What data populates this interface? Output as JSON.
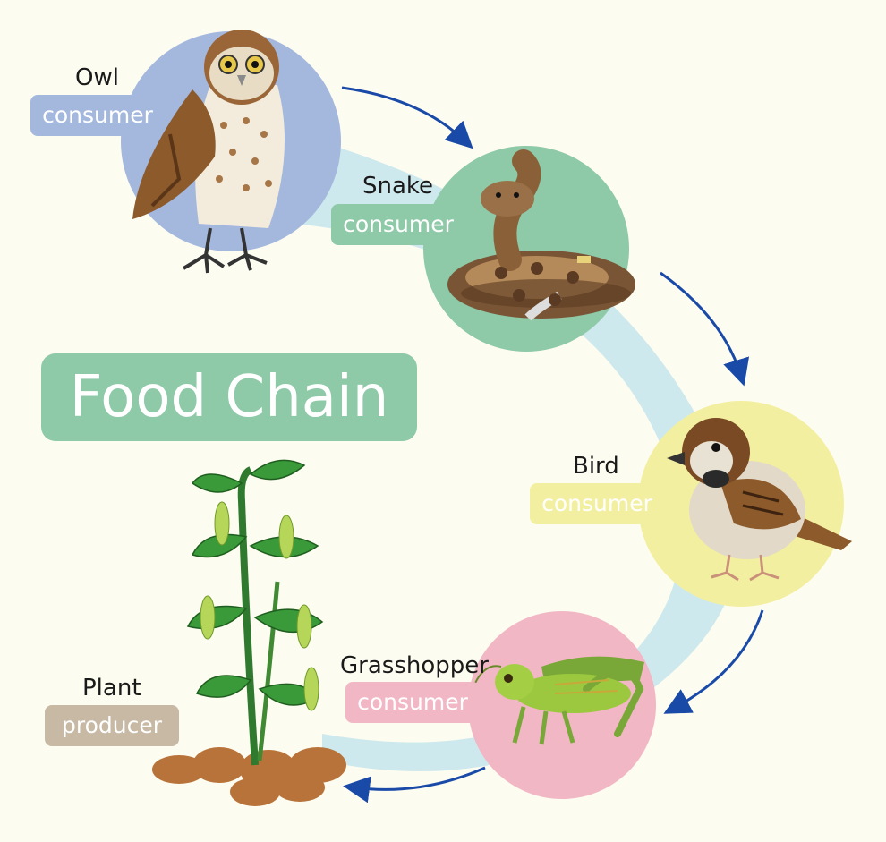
{
  "title": "Food Chain",
  "colors": {
    "background": "#fdfcf0",
    "band": "#c6e5ec",
    "arrow": "#1a4aa8",
    "owl_circle": "#a4b8de",
    "snake_circle": "#8ec9a8",
    "bird_circle": "#f3efa0",
    "grasshopper_circle": "#f1b7c5",
    "title_box": "#8ec9a8",
    "plant_tag": "#c7b9a4"
  },
  "organisms": [
    {
      "name": "Owl",
      "role": "consumer",
      "icon": "owl-icon"
    },
    {
      "name": "Snake",
      "role": "consumer",
      "icon": "snake-icon"
    },
    {
      "name": "Bird",
      "role": "consumer",
      "icon": "sparrow-icon"
    },
    {
      "name": "Grasshopper",
      "role": "consumer",
      "icon": "grasshopper-icon"
    },
    {
      "name": "Plant",
      "role": "producer",
      "icon": "pea-plant-icon"
    }
  ]
}
